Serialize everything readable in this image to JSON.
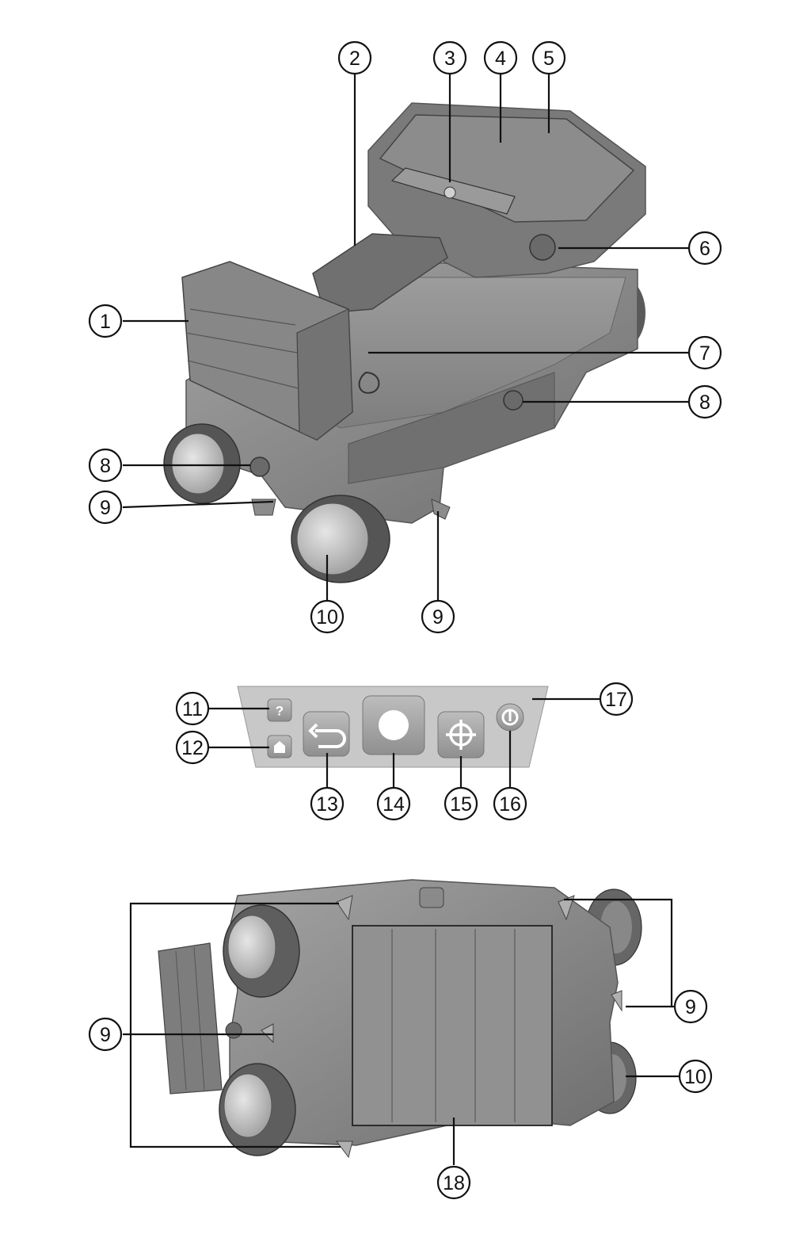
{
  "top_view": {
    "callouts": [
      "1",
      "2",
      "3",
      "4",
      "5",
      "6",
      "7",
      "8",
      "8",
      "9",
      "9",
      "10"
    ]
  },
  "keypad": {
    "callouts": [
      "11",
      "12",
      "13",
      "14",
      "15",
      "16",
      "17"
    ],
    "key_icons": [
      "question-mark-icon",
      "home-icon",
      "back-arrow-icon",
      "round-button-icon",
      "crosshair-icon",
      "power-icon"
    ]
  },
  "bottom_view": {
    "callouts": [
      "9",
      "9",
      "10",
      "18"
    ]
  },
  "colors": {
    "body": "#8a8a8a",
    "body_dark": "#5f5f5f",
    "body_light": "#a9a9a9",
    "line": "#111111"
  }
}
